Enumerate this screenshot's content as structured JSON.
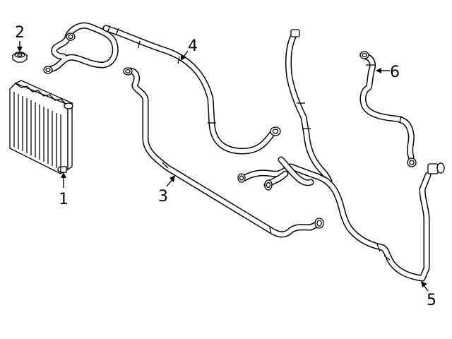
{
  "callouts": [
    {
      "label": "1"
    },
    {
      "label": "2"
    },
    {
      "label": "3"
    },
    {
      "label": "4"
    },
    {
      "label": "5"
    },
    {
      "label": "6"
    }
  ],
  "colors": {
    "ink": "#000000",
    "paper": "#ffffff"
  }
}
